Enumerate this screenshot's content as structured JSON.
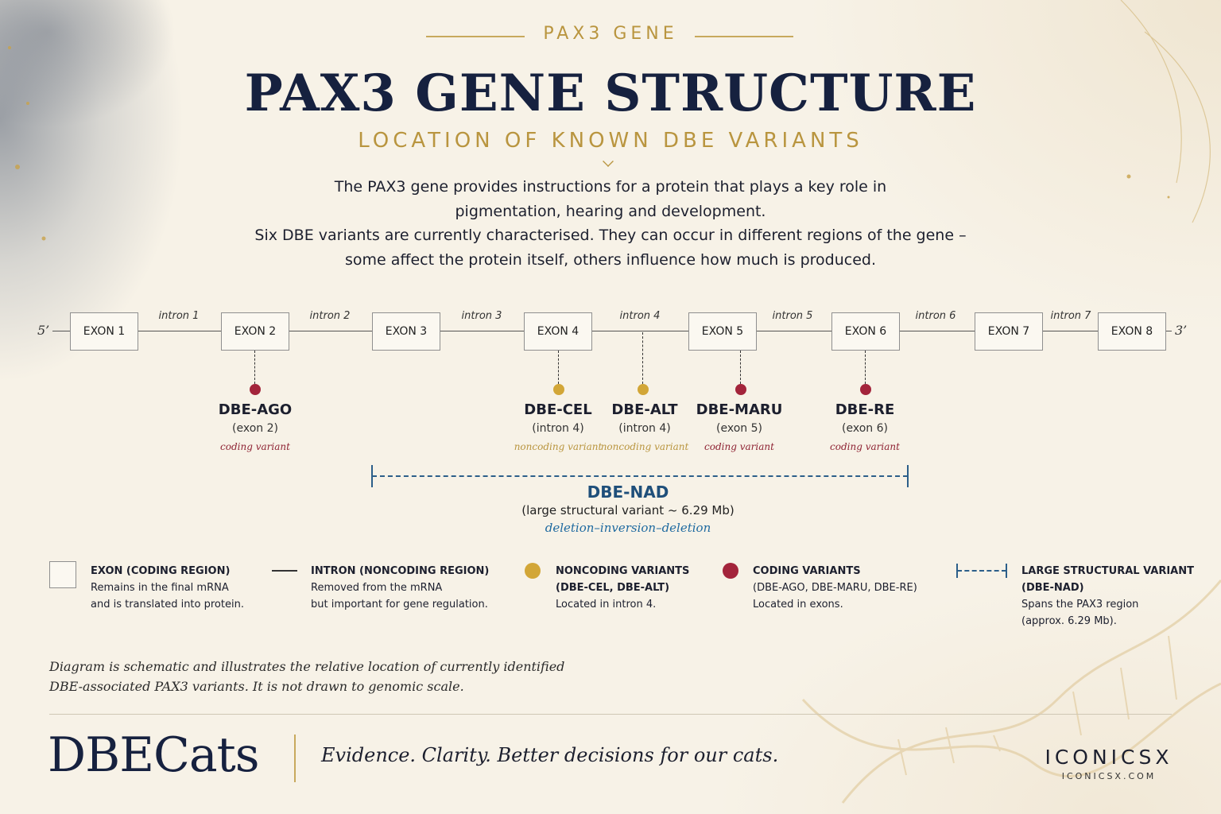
{
  "header": {
    "kicker": "PAX3 GENE",
    "title": "PAX3 GENE STRUCTURE",
    "subtitle": "LOCATION OF KNOWN DBE VARIANTS"
  },
  "intro": {
    "lines": [
      "The PAX3 gene provides instructions for a protein that plays a key role in",
      "pigmentation, hearing and development.",
      "Six DBE variants are currently characterised.  They can occur in different regions of the gene –",
      "some affect the protein itself, others influence how much is produced."
    ]
  },
  "gene": {
    "five_prime": "5’",
    "three_prime": "3’",
    "exons": [
      "EXON 1",
      "EXON 2",
      "EXON 3",
      "EXON 4",
      "EXON 5",
      "EXON 6",
      "EXON 7",
      "EXON 8"
    ],
    "introns": [
      "intron 1",
      "intron 2",
      "intron 3",
      "intron 4",
      "intron 5",
      "intron 6",
      "intron 7"
    ]
  },
  "variants": [
    {
      "name": "DBE-AGO",
      "location": "(exon 2)",
      "type": "coding variant",
      "class": "coding"
    },
    {
      "name": "DBE-CEL",
      "location": "(intron 4)",
      "type": "noncoding variant",
      "class": "noncoding"
    },
    {
      "name": "DBE-ALT",
      "location": "(intron 4)",
      "type": "noncoding variant",
      "class": "noncoding"
    },
    {
      "name": "DBE-MARU",
      "location": "(exon 5)",
      "type": "coding variant",
      "class": "coding"
    },
    {
      "name": "DBE-RE",
      "location": "(exon 6)",
      "type": "coding variant",
      "class": "coding"
    }
  ],
  "structural_variant": {
    "name": "DBE-NAD",
    "description": "(large structural variant ~ 6.29 Mb)",
    "type": "deletion–inversion–deletion"
  },
  "legend": [
    {
      "heading": "EXON (CODING REGION)",
      "lines": [
        "Remains in the final mRNA",
        "and is translated into protein."
      ]
    },
    {
      "heading": "INTRON (NONCODING REGION)",
      "lines": [
        "Removed from the mRNA",
        "but important for gene regulation."
      ]
    },
    {
      "heading": "NONCODING VARIANTS",
      "lines": [
        "(DBE-CEL, DBE-ALT)",
        "Located in intron 4."
      ]
    },
    {
      "heading": "CODING VARIANTS",
      "lines": [
        "(DBE-AGO, DBE-MARU, DBE-RE)",
        "Located in exons."
      ]
    },
    {
      "heading": "LARGE STRUCTURAL VARIANT",
      "lines": [
        "(DBE-NAD)",
        "Spans the PAX3 region",
        "(approx. 6.29 Mb)."
      ]
    }
  ],
  "note": {
    "lines": [
      "Diagram is schematic and illustrates the relative location of currently identified",
      "DBE-associated PAX3 variants. It is not drawn to genomic scale."
    ]
  },
  "footer": {
    "brand": "DBECats",
    "tagline": "Evidence. Clarity. Better decisions for our cats.",
    "logo": "ICONICSX",
    "logo_url": "ICONICSX.COM"
  },
  "colors": {
    "navy": "#16213f",
    "gold": "#b9953f",
    "coding": "#a3243b",
    "noncoding": "#d2a637",
    "structural": "#2c5f8a"
  }
}
